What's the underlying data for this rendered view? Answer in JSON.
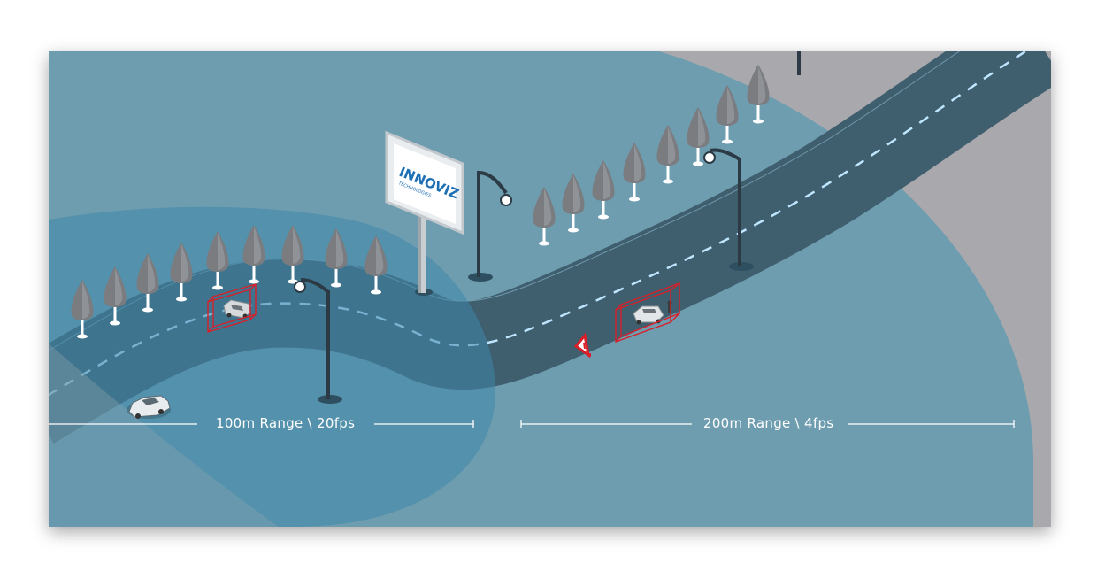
{
  "billboard": {
    "brand_line1": "INNOVIZ",
    "brand_line2": "TECHNOLOGIES"
  },
  "ranges": [
    {
      "label": "100m Range \\ 20fps"
    },
    {
      "label": "200m Range \\ 4fps"
    }
  ],
  "colors": {
    "background_gray": "#a9a9ad",
    "outer_field": "#6a9cb0",
    "inner_field": "#4a8aaa",
    "road": "#3f5e6e",
    "detection_box": "#d8202a",
    "lane_marking": "#bfe6ff"
  },
  "icons": [
    "billboard-icon",
    "tree-icon",
    "street-lamp-icon",
    "car-icon",
    "warning-triangle-icon",
    "pedestrian-icon"
  ]
}
